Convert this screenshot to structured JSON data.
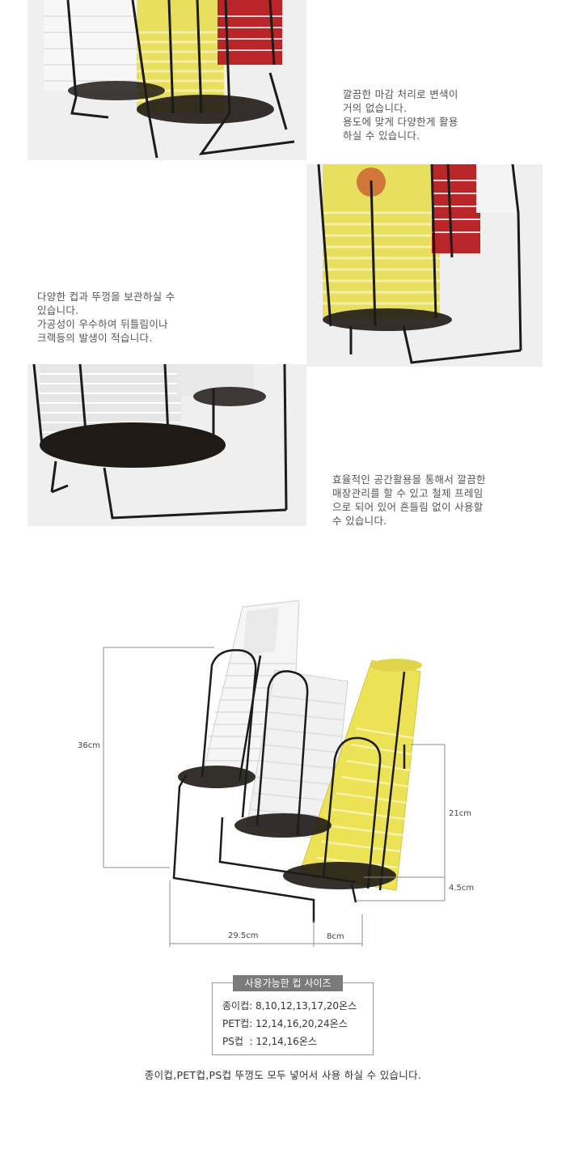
{
  "captions": {
    "caption_1": [
      "깔끔한 마감 처리로 변색이",
      "거의 없습니다.",
      "용도에 맞게 다양한게 활용",
      "하실 수 있습니다."
    ],
    "caption_2": [
      "다양한 컵과 뚜껑을 보관하실 수",
      "있습니다.",
      "가공성이 우수하여 뒤틀림이나",
      "크랙등의 발생이 적습니다."
    ],
    "caption_3": [
      "효율적인 공간활용을 통해서 깔끔한",
      "매장관리를 할 수 있고 철제 프레임",
      "으로 되어 있어 흔들림 없이 사용할",
      "수 있습니다."
    ]
  },
  "dimensions": {
    "height_total": "36cm",
    "height_upper": "21cm",
    "height_base": "4.5cm",
    "width": "29.5cm",
    "depth": "8cm"
  },
  "size_table": {
    "title": "사용가능한 컵 사이즈",
    "rows": [
      "종이컵: 8,10,12,13,17,20온스",
      "PET컵: 12,14,16,20,24온스",
      "PS컵  : 12,14,16온스"
    ]
  },
  "bottom_note": "종이컵,PET컵,PS컵 뚜껑도 모두 넣어서 사용 하실 수 있습니다.",
  "colors": {
    "frame": "#1c1c1c",
    "yellow_cup": "#e8df5a",
    "red_cup": "#b8262a",
    "photo_bg": "#eeeeee"
  }
}
